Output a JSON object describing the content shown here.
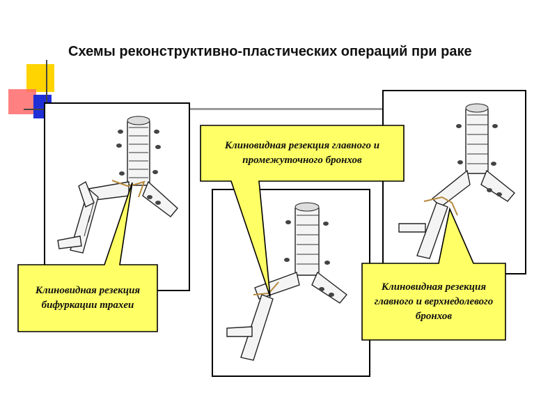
{
  "slide": {
    "title": "Схемы реконструктивно-пластических операций при раке",
    "colors": {
      "callout_fill": "#ffff66",
      "frame_border": "#000000",
      "deco_yellow": "#ffd400",
      "deco_red": "#ff5a5a",
      "deco_blue": "#1f2fd6",
      "rule_gray": "#999999",
      "suture": "#b5893a"
    },
    "callouts": [
      {
        "label": "Клиновидная резекция бифуркации трахеи"
      },
      {
        "label": "Клиновидная резекция главного и промежуточного бронхов"
      },
      {
        "label": "Клиновидная резекция главного и верхнедолевого бронхов"
      }
    ],
    "diagrams": [
      {
        "icon": "bronchial-tree-illustration"
      },
      {
        "icon": "bronchial-tree-illustration"
      },
      {
        "icon": "bronchial-tree-illustration"
      }
    ]
  }
}
